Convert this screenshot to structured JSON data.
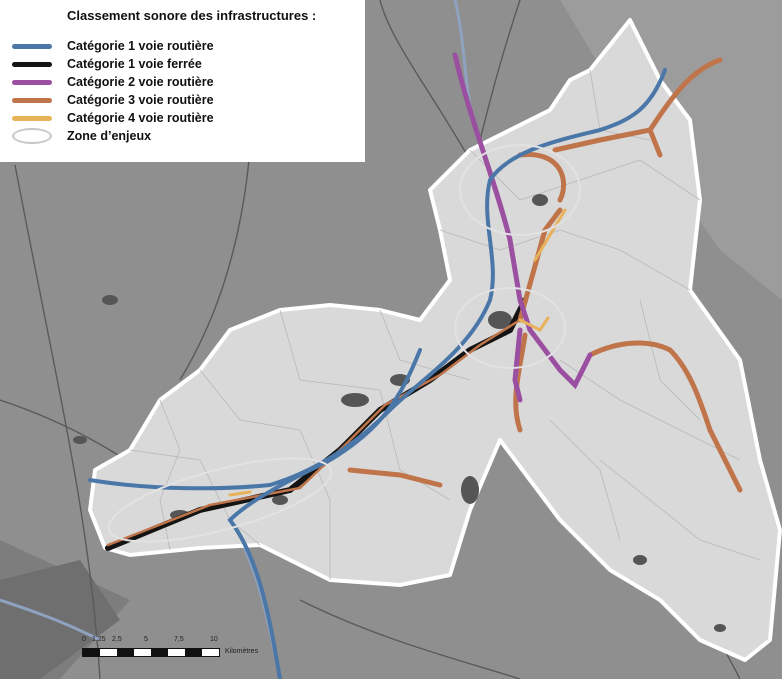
{
  "legend": {
    "title": "Classement sonore des infrastructures :",
    "items": [
      {
        "label": "Catégorie 1 voie routière",
        "color": "#4a77a8"
      },
      {
        "label": "Catégorie 1 voie ferrée",
        "color": "#141414"
      },
      {
        "label": "Catégorie 2 voie routière",
        "color": "#9b4fa0"
      },
      {
        "label": "Catégorie 3 voie routière",
        "color": "#c0744a"
      },
      {
        "label": "Catégorie 4 voie routière",
        "color": "#e8b25a"
      },
      {
        "label": "Zone d’enjeux",
        "color": "#e2e2e2"
      }
    ]
  },
  "scale": {
    "ticks": [
      "0",
      "1,25",
      "2,5",
      "5",
      "7,5",
      "10"
    ],
    "unit": "Kilomètres"
  },
  "colors": {
    "background": "#8f8f8f",
    "territory": "#d9d9d9",
    "outline": "#ffffff",
    "river": "#8fa3c0",
    "urban": "#555555"
  }
}
